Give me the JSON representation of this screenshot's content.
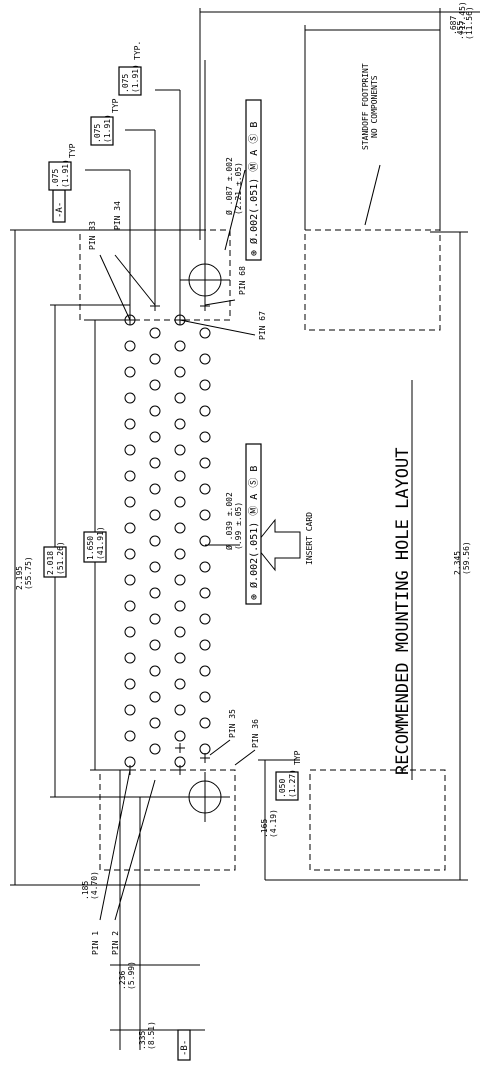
{
  "title": "RECOMMENDED MOUNTING HOLE LAYOUT",
  "insert_label": "INSERT CARD",
  "standoff_note": [
    "STANDOFF FOOTPRINT",
    "NO COMPONENTS"
  ],
  "datums": {
    "a": "-A-",
    "b": "-B-"
  },
  "pins": {
    "pin33": "PIN 33",
    "pin34": "PIN 34",
    "pin68": "PIN 68",
    "pin67": "PIN 67",
    "pin35": "PIN 35",
    "pin36": "PIN 36",
    "pin1": "PIN 1",
    "pin2": "PIN 2"
  },
  "typ": "TYP",
  "typ_dot": "TYP.",
  "pitch_boxes": [
    {
      "inch": ".075",
      "mm": "(1.91)"
    },
    {
      "inch": ".075",
      "mm": "(1.91)"
    },
    {
      "inch": ".075",
      "mm": "(1.91)"
    }
  ],
  "pitch_050": {
    "inch": ".050",
    "mm": "(1.27)"
  },
  "dims": {
    "d687": {
      "inch": ".687",
      "mm": "(17.45)"
    },
    "d455": {
      "inch": ".455",
      "mm": "(11.56)"
    },
    "d2195": {
      "inch": "2.195",
      "mm": "(55.75)"
    },
    "d2018": {
      "inch": "2.018",
      "mm": "(51.26)"
    },
    "d1650": {
      "inch": "1.650",
      "mm": "(41.91)"
    },
    "d2345": {
      "inch": "2.345",
      "mm": "(59.56)"
    },
    "d165": {
      "inch": ".165",
      "mm": "(4.19)"
    },
    "d185": {
      "inch": ".185",
      "mm": "(4.70)"
    },
    "d236": {
      "inch": ".236",
      "mm": "(5.99)"
    },
    "d335": {
      "inch": ".335",
      "mm": "(8.51)"
    }
  },
  "large_hole": {
    "dia": "Ø .087 ±.002",
    "mm": "(2.21 ±.05)",
    "fcf": [
      "⊕",
      "Ø.002(.051)",
      "Ⓜ",
      "A",
      "Ⓢ",
      "B"
    ]
  },
  "small_hole": {
    "dia": "Ø .039 ±.002",
    "mm": "(.99 ±.05)",
    "fcf": [
      "⊕",
      "Ø.002(.051)",
      "Ⓜ",
      "A",
      "Ⓢ",
      "B"
    ]
  }
}
